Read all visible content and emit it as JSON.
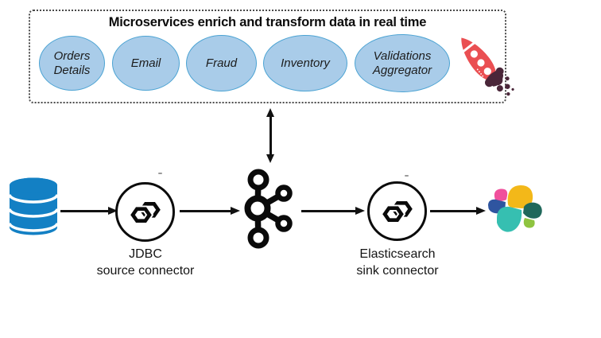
{
  "microservices_box": {
    "title": "Microservices enrich and transform data in real time",
    "services": [
      {
        "label": "Orders\nDetails"
      },
      {
        "label": "Email"
      },
      {
        "label": "Fraud"
      },
      {
        "label": "Inventory"
      },
      {
        "label": "Validations\nAggregator"
      }
    ],
    "decoration": "rocket-icon"
  },
  "pipeline": {
    "nodes": [
      {
        "id": "database",
        "icon": "database-icon"
      },
      {
        "id": "jdbc-source-connector",
        "icon": "kafka-connect-icon",
        "label": "JDBC\nsource connector"
      },
      {
        "id": "kafka",
        "icon": "kafka-icon"
      },
      {
        "id": "elasticsearch-sink-connector",
        "icon": "kafka-connect-icon",
        "label": "Elasticsearch\nsink connector"
      },
      {
        "id": "elasticsearch",
        "icon": "elasticsearch-icon"
      }
    ],
    "flow": "database -> jdbc source connector -> kafka -> elasticsearch sink connector -> elasticsearch",
    "kafka_to_microservices": "bidirectional"
  },
  "colors": {
    "service_fill": "#A9CCE9",
    "service_stroke": "#4BA3D3",
    "database_blue": "#1380C4",
    "arrow_black": "#111111",
    "rocket_red": "#EA4F52",
    "rocket_flame": "#4A2639",
    "elastic_yellow": "#F3B819",
    "elastic_pink": "#F0509C",
    "elastic_blue": "#2F55A0",
    "elastic_teal": "#36BFB1",
    "elastic_dark_green": "#20685B",
    "elastic_light_green": "#8FC440"
  }
}
